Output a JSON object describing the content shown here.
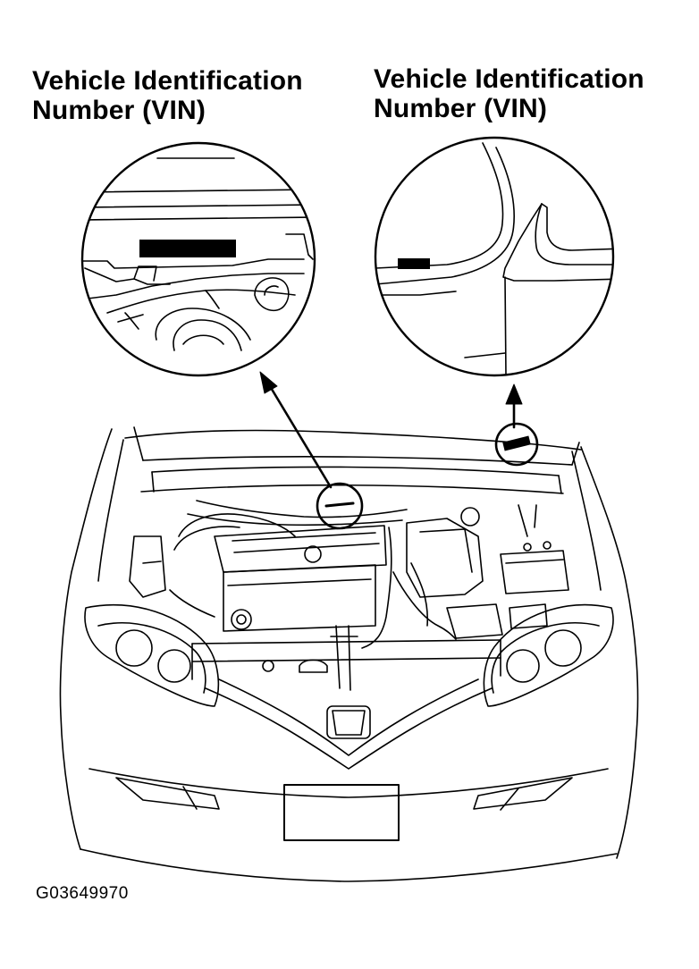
{
  "callouts": {
    "left": {
      "line1": "Vehicle Identification",
      "line2": "Number (VIN)"
    },
    "right": {
      "line1": "Vehicle Identification",
      "line2": "Number (VIN)"
    }
  },
  "figure_id": "G03649970",
  "colors": {
    "ink": "#000000",
    "paper": "#ffffff"
  }
}
